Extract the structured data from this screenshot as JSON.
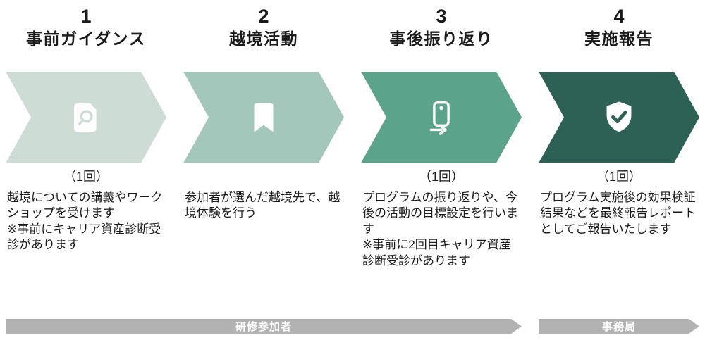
{
  "steps": [
    {
      "number": "1",
      "title": "事前ガイダンス",
      "count": "（1回）",
      "description": "越境についての講義やワークショップを受けます\n※事前にキャリア資産診断受診があります",
      "icon": "document-search-icon",
      "color": "#cddcd5"
    },
    {
      "number": "2",
      "title": "越境活動",
      "count": "",
      "description": "参加者が選んだ越境先で、越境体験を行う",
      "icon": "bookmark-icon",
      "color": "#a3c7ba"
    },
    {
      "number": "3",
      "title": "事後振り返り",
      "count": "（1回）",
      "description": "プログラムの振り返りや、今後の活動の目標設定を行います\n※事前に2回目キャリア資産診断受診があります",
      "icon": "device-transfer-icon",
      "color": "#5ca38c"
    },
    {
      "number": "4",
      "title": "実施報告",
      "count": "（1回）",
      "description": "プログラム実施後の効果検証結果などを最終報告レポートとしてご報告いたします",
      "icon": "shield-check-icon",
      "color": "#2e6156"
    }
  ],
  "footer": {
    "arrows": [
      {
        "label": "研修参加者",
        "color": "#b2b2b2"
      },
      {
        "label": "事務局",
        "color": "#b2b2b2"
      }
    ]
  }
}
